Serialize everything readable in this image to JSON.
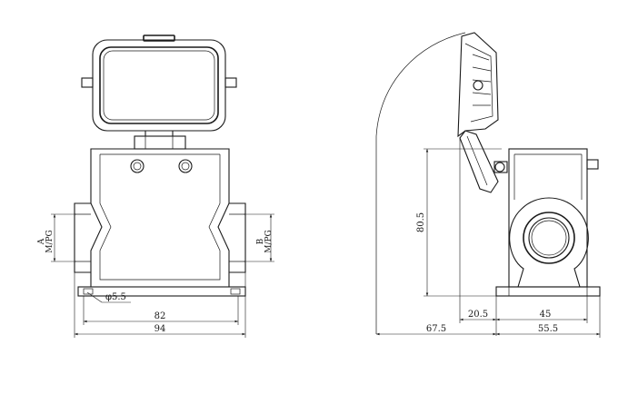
{
  "front_view": {
    "left_label": {
      "letter": "A",
      "thread": "M/PG"
    },
    "right_label": {
      "letter": "B",
      "thread": "M/PG"
    },
    "hole_dim": "φ5.5",
    "dim_inner_width": "82",
    "dim_overall_width": "94"
  },
  "side_view": {
    "dim_height": "80.5",
    "dim_hinge_offset": "20.5",
    "dim_base_width": "45",
    "dim_left_total": "67.5",
    "dim_right_total": "55.5"
  }
}
